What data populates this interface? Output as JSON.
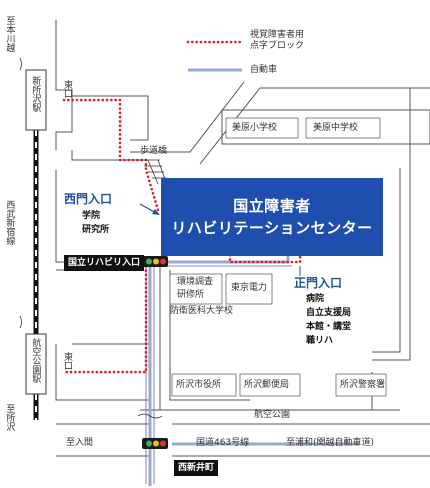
{
  "legend": {
    "braille_label_1": "視覚障害者用",
    "braille_label_2": "点字ブロック",
    "car_label": "自動車",
    "braille_color": "#d8202a",
    "car_color": "#9aa6d6"
  },
  "stations": {
    "to_hon_kawagoe": "至本川越",
    "shin_tokorozawa": "新所沢駅",
    "line_name": "西武新宿線",
    "kokubunji": "航空公園駅",
    "to_tokorozawa": "至所沢",
    "east_exit_top": "東口",
    "east_exit_bottom": "東口"
  },
  "institution": {
    "name_line1": "国立障害者",
    "name_line2": "リハビリテーションセンター",
    "fill_color": "#1f4fae"
  },
  "places": {
    "footbridge": "歩道橋",
    "mihara_elementary": "美原小学校",
    "mihara_junior": "美原中学校",
    "env_research_1": "環境調査",
    "env_research_2": "研修所",
    "tokyo_power": "東京電力",
    "defense_medical": "防衛医科大学校",
    "city_office": "所沢市役所",
    "post_office": "所沢郵便局",
    "police": "所沢警察署",
    "park": "航空公園"
  },
  "gates": {
    "west_title": "西門入口",
    "west_sub1": "学院",
    "west_sub2": "研究所",
    "main_title": "正門入口",
    "main_sub1": "病院",
    "main_sub2": "自立支援局",
    "main_sub3": "本館・講堂",
    "main_sub4": "職リハ"
  },
  "roads": {
    "signal_name": "国立リハビリ入口",
    "to_iruma": "至入間",
    "route": "国道463号線",
    "to_urawa": "至浦和(関越自動車道)",
    "intersection": "西新井町"
  }
}
